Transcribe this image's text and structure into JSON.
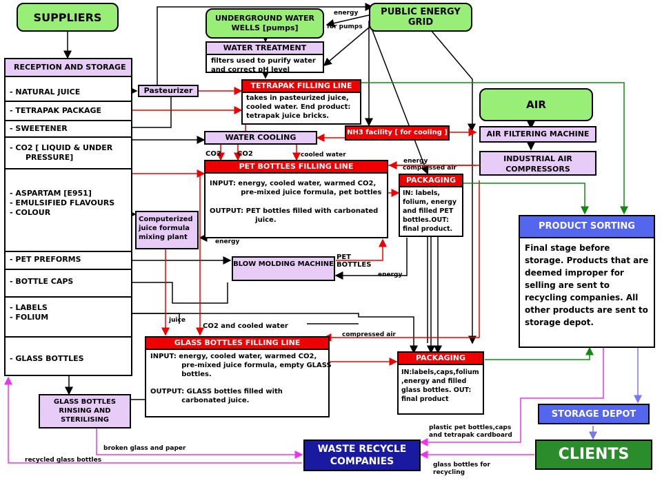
{
  "colors": {
    "green_box": "#99ee77",
    "lavender_box": "#e6ccf6",
    "red_header": "#ee0000",
    "blue_box": "#5566ee",
    "navy_box": "#1a1aa0",
    "clients_box": "#2b8c2b",
    "flow_red": "#ee0000",
    "flow_green": "#118811",
    "flow_magenta": "#ee33ee",
    "flow_blue": "#7777ee"
  },
  "suppliers": "SUPPLIERS",
  "public_energy_grid": "PUBLIC ENERGY GRID",
  "underground_water_wells": "UNDERGROUND WATER WELLS [pumps]",
  "air": "AIR",
  "water_treatment": {
    "title": "WATER TREATMENT",
    "desc": "filters used to purify water and correct pH level"
  },
  "reception": {
    "title": "RECEPTION AND STORAGE",
    "items": [
      "- NATURAL JUICE",
      "- TETRAPAK PACKAGE",
      "- SWEETENER",
      "- CO2 [ LIQUID & UNDER\n      PRESSURE]",
      "- ASPARTAM [E951]\n- EMULSIFIED FLAVOURS\n- COLOUR",
      "- PET PREFORMS",
      "- BOTTLE CAPS",
      "- LABELS\n- FOLIUM",
      "- GLASS BOTTLES"
    ]
  },
  "pasteurizer": "Pasteurizer",
  "tetrapak_line": {
    "title": "TETRAPAK FILLING LINE",
    "desc": "takes in pasteurized juice, cooled water. End product: tetrapak juice bricks."
  },
  "water_cooling": "WATER COOLING",
  "nh3_facility": "NH3 facility [ for cooling ]",
  "air_filtering": "AIR FILTERING MACHINE",
  "industrial_air": "INDUSTRIAL AIR COMPRESSORS",
  "pet_line": {
    "title": "PET BOTTLES FILLING LINE",
    "input": "INPUT: energy, cooled water, warmed CO2,\n             pre-mixed juice formula, pet bottles",
    "output": "OUTPUT: PET bottles filled with carbonated\n                   juice."
  },
  "packaging_top": {
    "title": "PACKAGING",
    "desc": "IN: labels, folium, energy and filled PET bottles.OUT: final product."
  },
  "computerized_plant": "Computerized juice formula mixing plant",
  "blow_molding": "BLOW MOLDING MACHINE",
  "product_sorting": {
    "title": "PRODUCT SORTING",
    "desc": "Final stage before storage. Products that are deemed improper for selling are sent to recycling companies. All other products are sent to storage depot."
  },
  "glass_line": {
    "title": "GLASS  BOTTLES FILLING LINE",
    "input": "INPUT: energy, cooled water, warmed CO2,\n             pre-mixed juice formula, empty GLASS\n             bottles.",
    "output": "OUTPUT: GLASS bottles filled with\n             carbonated juice."
  },
  "packaging_bottom": {
    "title": "PACKAGING",
    "desc": "IN:labels,caps,folium ,energy and filled glass bottles. OUT: final product"
  },
  "glass_rinsing": "GLASS BOTTLES RINSING AND STERILISING",
  "storage_depot": "STORAGE DEPOT",
  "clients": "CLIENTS",
  "waste_recycle": "WASTE RECYCLE COMPANIES",
  "labels": {
    "energy_pumps_1": "energy",
    "energy_pumps_2": "for pumps",
    "co2_a": "CO2",
    "co2_b": "CO2",
    "cooled_water": "cooled water",
    "energy_pet": "energy",
    "compressed_air_pet": "compressed air",
    "energy_plant": "energy",
    "pet_bottles": "PET\nBOTTLES",
    "energy_blow": "energy",
    "juice": "juice",
    "co2_cooled_water": "CO2 and cooled water",
    "compressed_air_glass": "compressed air",
    "broken_glass": "broken glass and paper",
    "recycled_glass": "recycled glass bottles",
    "plastic_pet": "plastic pet bottles,caps\nand tetrapak cardboard",
    "glass_recycling": "glass bottles for\nrecycling"
  }
}
